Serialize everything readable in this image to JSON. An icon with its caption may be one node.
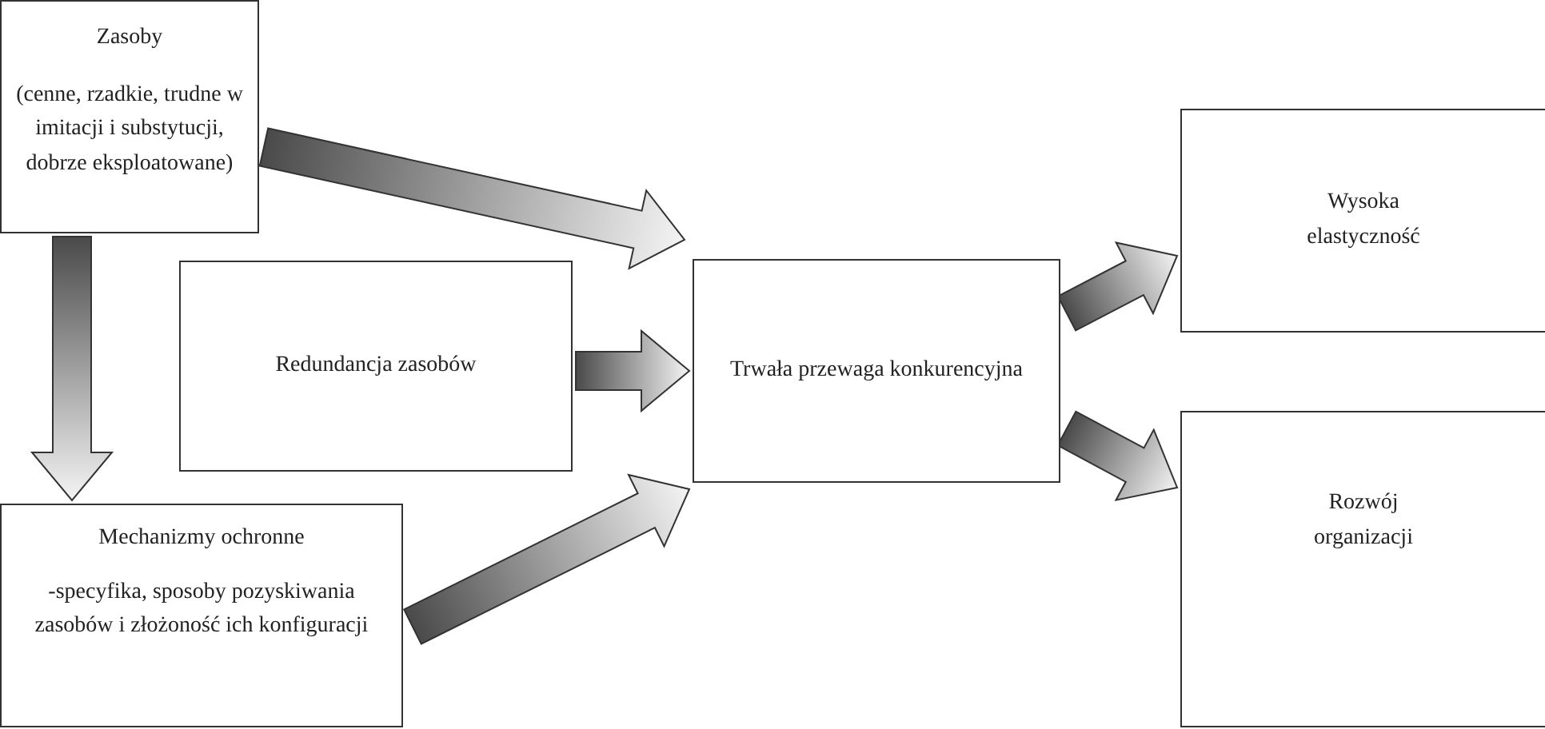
{
  "diagram": {
    "nodes": [
      {
        "text": [
          "Zasoby",
          "(cenne, rzadkie, trudne w imitacji i substytucji, dobrze eksploatowane)"
        ]
      },
      {
        "text": [
          "Redundancja zasobów"
        ]
      },
      {
        "text": [
          "Mechanizmy ochronne",
          "-specyfika, sposoby pozyskiwania zasobów i złożoność ich konfiguracji"
        ]
      },
      {
        "text": [
          "Trwała przewaga konkurencyjna"
        ]
      },
      {
        "text": [
          "Wysoka elastyczność"
        ]
      },
      {
        "text": [
          "Rozwój organizacji"
        ]
      }
    ],
    "edges": [
      {
        "from": 0,
        "to": 3,
        "arrow": "to"
      },
      {
        "from": 0,
        "to": 2,
        "arrow": "to"
      },
      {
        "from": 1,
        "to": 3,
        "arrow": "to"
      },
      {
        "from": 2,
        "to": 3,
        "arrow": "to"
      },
      {
        "from": 3,
        "to": 4,
        "arrow": "to"
      },
      {
        "from": 3,
        "to": 5,
        "arrow": "to"
      }
    ]
  }
}
